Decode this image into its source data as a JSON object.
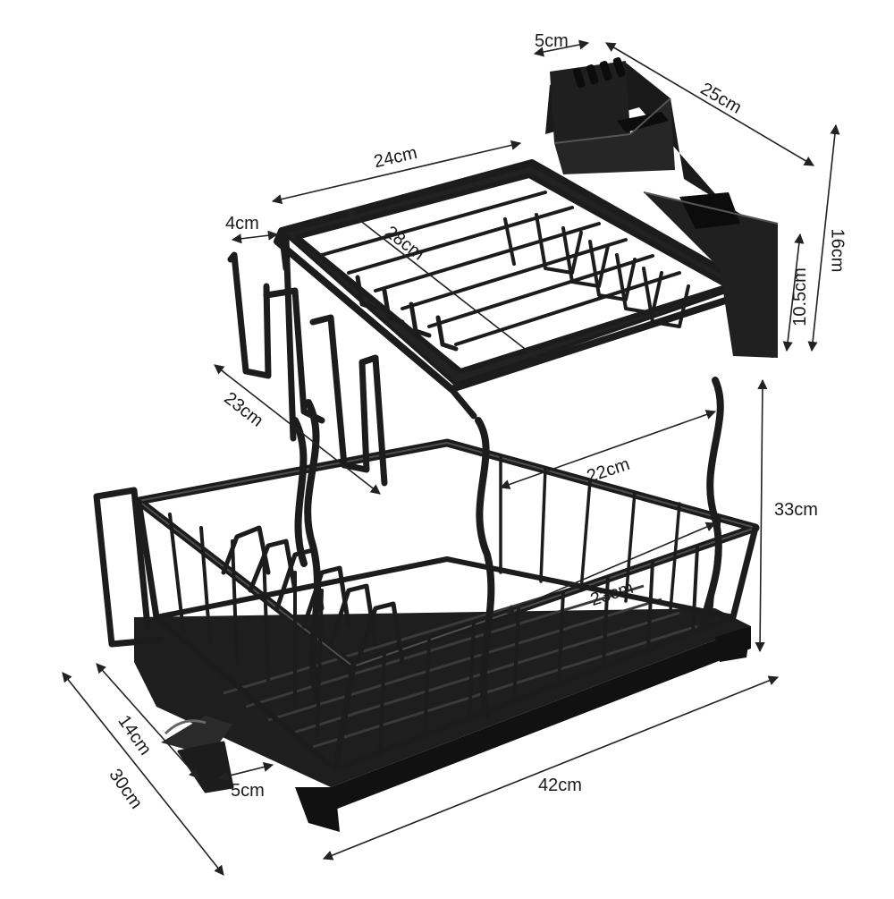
{
  "product": {
    "name": "two-tier dish drying rack",
    "colors": {
      "metal": "#1c1c1c",
      "highlight": "#5a5a5a",
      "background": "#ffffff",
      "dimension_line": "#222222"
    }
  },
  "dimensions": {
    "top_width": "24cm",
    "top_depth": "28cm",
    "top_depth_left": "23cm",
    "hook_offset": "4cm",
    "holder_width": "5cm",
    "holder_depth": "25cm",
    "holder_height": "16cm",
    "holder_inner_height": "10.5cm",
    "tier_gap": "22cm",
    "lower_inner": "23cm",
    "total_height": "33cm",
    "total_width": "42cm",
    "depth_inner": "14cm",
    "depth_total": "30cm",
    "cup_offset": "5cm"
  }
}
